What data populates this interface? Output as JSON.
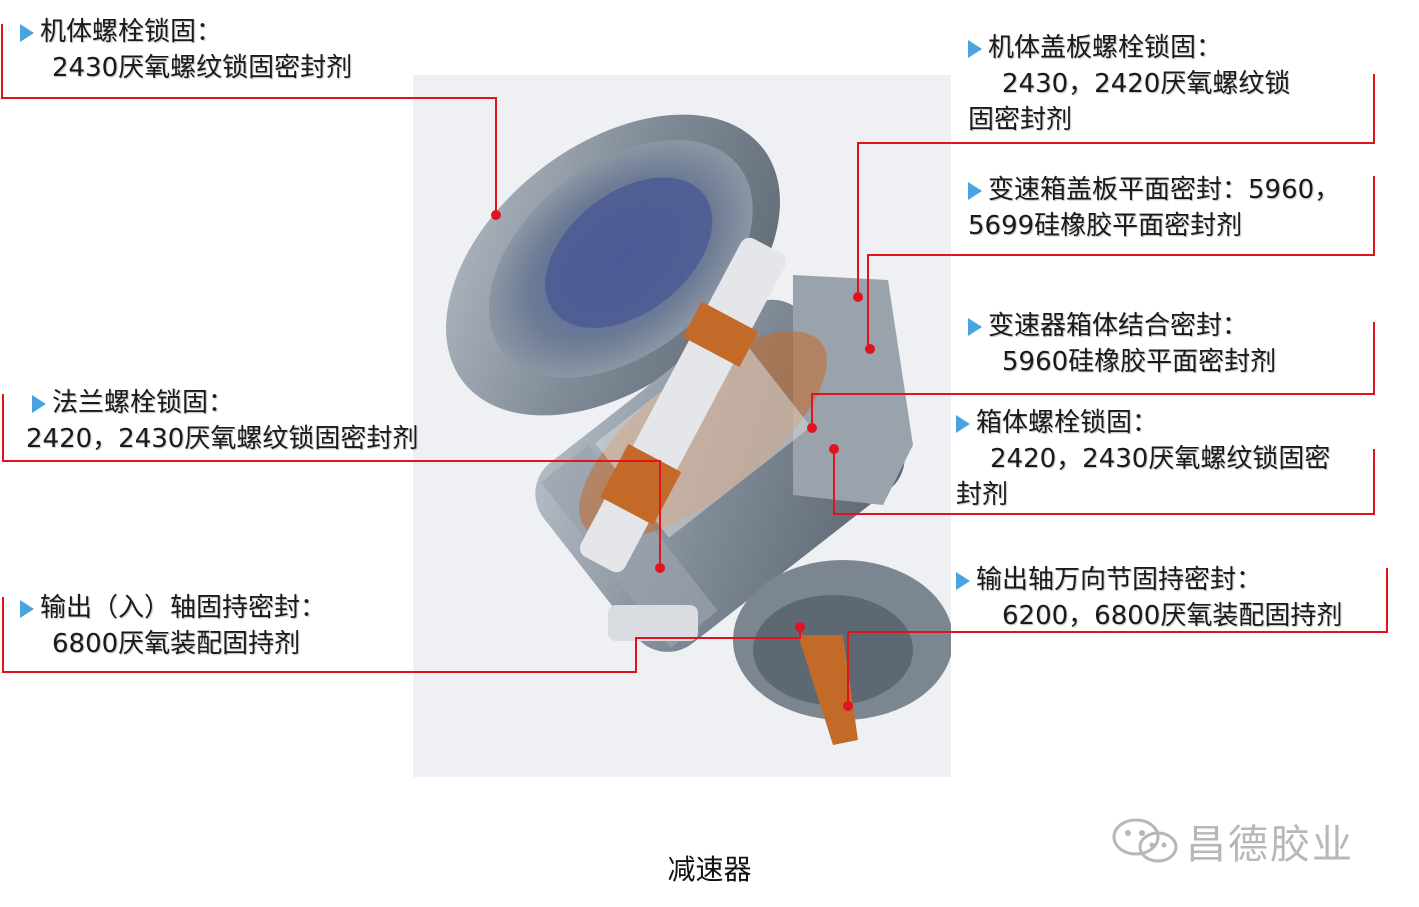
{
  "labels": [
    {
      "title": "机体螺栓锁固：",
      "lines": [
        "2430厌氧螺纹锁固密封剂"
      ]
    },
    {
      "title": "机体盖板螺栓锁固：",
      "lines": [
        "2430，2420厌氧螺纹锁",
        "固密封剂"
      ]
    },
    {
      "title": "变速箱盖板平面密封：5960，",
      "lines": [
        "5699硅橡胶平面密封剂"
      ]
    },
    {
      "title": "变速器箱体结合密封：",
      "lines": [
        "5960硅橡胶平面密封剂"
      ]
    },
    {
      "title": "法兰螺栓锁固：",
      "lines": [
        "2420，2430厌氧螺纹锁固密封剂"
      ]
    },
    {
      "title": "箱体螺栓锁固：",
      "lines": [
        "2420，2430厌氧螺纹锁固密",
        "封剂"
      ]
    },
    {
      "title": "输出（入）轴固持密封：",
      "lines": [
        "6800厌氧装配固持剂"
      ]
    },
    {
      "title": "输出轴万向节固持密封：",
      "lines": [
        "6200，6800厌氧装配固持剂"
      ]
    }
  ],
  "caption": "减速器",
  "watermark": "昌德胶业",
  "colors": {
    "leader": "#e0141e",
    "bullet": "#4aa3df",
    "photo_bg": "#eef0f3",
    "housing": "#8a95a1",
    "copper": "#c46a28"
  },
  "icons": {
    "bullet": "blue-arrow-bullet-icon",
    "watermark": "wechat-icon"
  }
}
